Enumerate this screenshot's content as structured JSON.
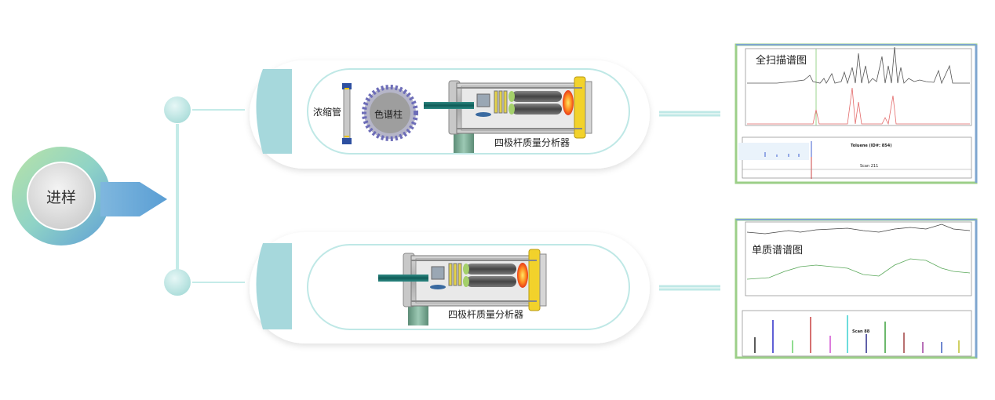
{
  "sample": {
    "label": "进样"
  },
  "top_path": {
    "concentrator_label": "浓缩管",
    "column_label": "色谱柱",
    "analyzer_label": "四极杆质量分析器",
    "result_label": "全扫描谱图",
    "compound_label": "Toluene (ID#: 854)",
    "scan_label": "Scan 211"
  },
  "bottom_path": {
    "analyzer_label": "四极杆质量分析器",
    "result_label": "单质谱谱图",
    "scan_label": "Scan 88"
  },
  "colors": {
    "accent_teal": "#a9dcd9",
    "node_fill": "#bfe8e6",
    "lens_fill": "#a6d8dc",
    "panel_border_green": "#9ccf88",
    "panel_border_blue": "#7ea6cf"
  }
}
